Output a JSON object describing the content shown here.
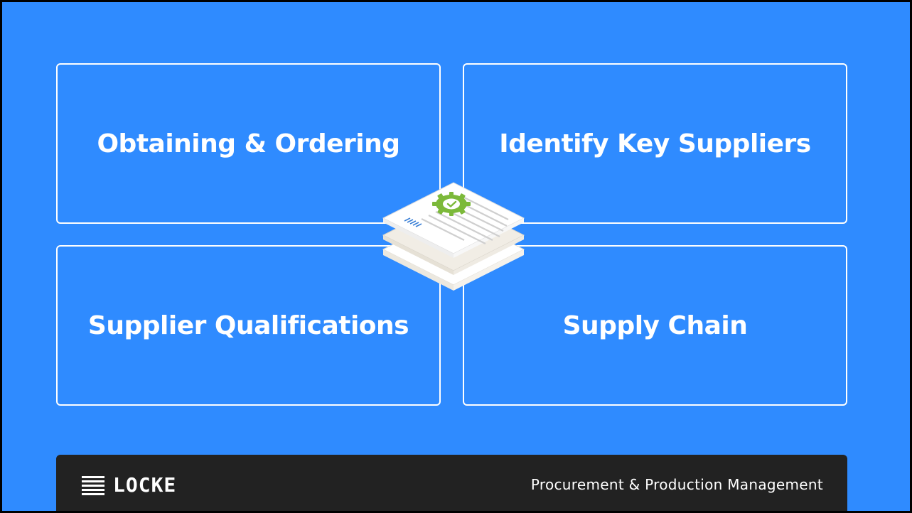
{
  "colors": {
    "background": "#2f8bff",
    "card_border": "#ffffff",
    "footer_background": "#222222",
    "badge": "#7cb93a"
  },
  "cards": [
    {
      "label": "Obtaining & Ordering"
    },
    {
      "label": "Identify Key Suppliers"
    },
    {
      "label": "Supplier Qualifications"
    },
    {
      "label": "Supply Chain"
    }
  ],
  "center_graphic": {
    "icon": "document-stack-icon",
    "badge_icon": "checkmark-gear-badge-icon"
  },
  "footer": {
    "logo_icon": "stacked-lines-logo-icon",
    "brand": "LOCKE",
    "tagline": "Procurement & Production Management"
  }
}
